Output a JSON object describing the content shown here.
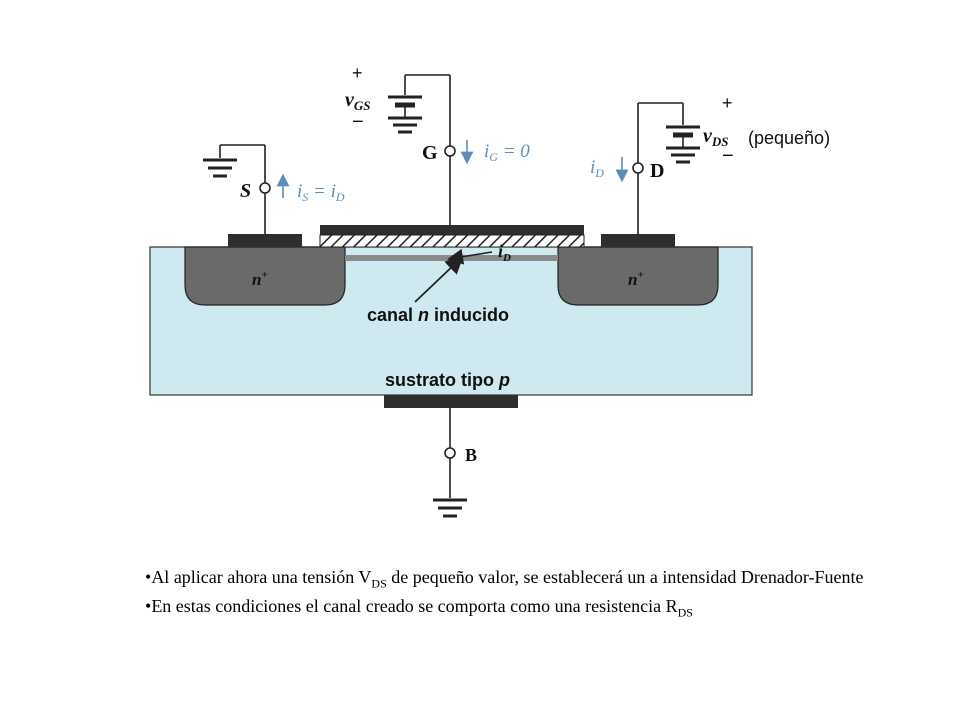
{
  "diagram": {
    "terminals": {
      "source": "S",
      "gate": "G",
      "drain": "D",
      "body": "B"
    },
    "currents": {
      "is_label": "i",
      "is_sub": "S",
      "is_eq": " = i",
      "is_sub2": "D",
      "ig_label": "i",
      "ig_sub": "G",
      "ig_eq": " = 0",
      "id_label": "i",
      "id_sub": "D",
      "id_channel_label": "i",
      "id_channel_sub": "D"
    },
    "sources": {
      "vgs_plus": "+",
      "vgs_minus": "−",
      "vgs_v": "v",
      "vgs_sub": "GS",
      "vds_plus": "+",
      "vds_minus": "−",
      "vds_v": "v",
      "vds_sub": "DS",
      "vds_note": "(pequeño)"
    },
    "regions": {
      "n_left": "n",
      "n_right": "n",
      "n_sup": "+",
      "channel_label": "canal ",
      "channel_n": "n",
      "channel_rest": " inducido",
      "substrate_label": "sustrato tipo ",
      "substrate_p": "p"
    },
    "colors": {
      "substrate": "#cfe9f0",
      "n_region": "#6a6a6a",
      "metal": "#2e2e2e",
      "current_arrow": "#5d8eb8"
    }
  },
  "notes": {
    "line1_pre": "Al aplicar ahora una tensión V",
    "line1_sub": "DS",
    "line1_post": " de pequeño valor, se establecerá un a intensidad Drenador-Fuente",
    "line2_pre": "En estas condiciones el canal creado se comporta como una resistencia R",
    "line2_sub": "DS"
  }
}
